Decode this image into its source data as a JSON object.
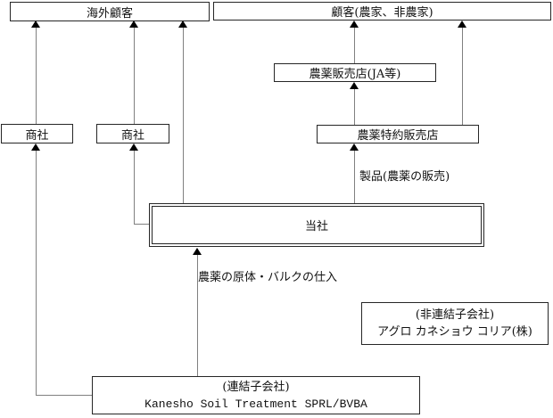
{
  "diagram": {
    "boxes": {
      "overseas_customers": {
        "label": "海外顧客"
      },
      "customers": {
        "label": "顧客(農家、非農家)"
      },
      "pesticide_retailers": {
        "label": "農薬販売店(JA等)"
      },
      "trader_left": {
        "label": "商社"
      },
      "trader_right": {
        "label": "商社"
      },
      "pesticide_distributors": {
        "label": "農薬特約販売店"
      },
      "our_company": {
        "label": "当社"
      },
      "agro_kanesho_korea": {
        "line1": "(非連結子会社)",
        "line2": "アグロ カネショウ コリア(株)"
      },
      "kanesho_soil_treatment": {
        "line1": "(連結子会社)",
        "line2": "Kanesho Soil Treatment SPRL/BVBA"
      }
    },
    "flow_labels": {
      "product_sales": "製品(農薬の販売)",
      "raw_material_purchase": "農薬の原体・バルクの仕入"
    },
    "colors": {
      "background": "#ffffff",
      "box_border": "#262626",
      "connector_line": "#808080",
      "arrowhead": "#000000"
    }
  }
}
